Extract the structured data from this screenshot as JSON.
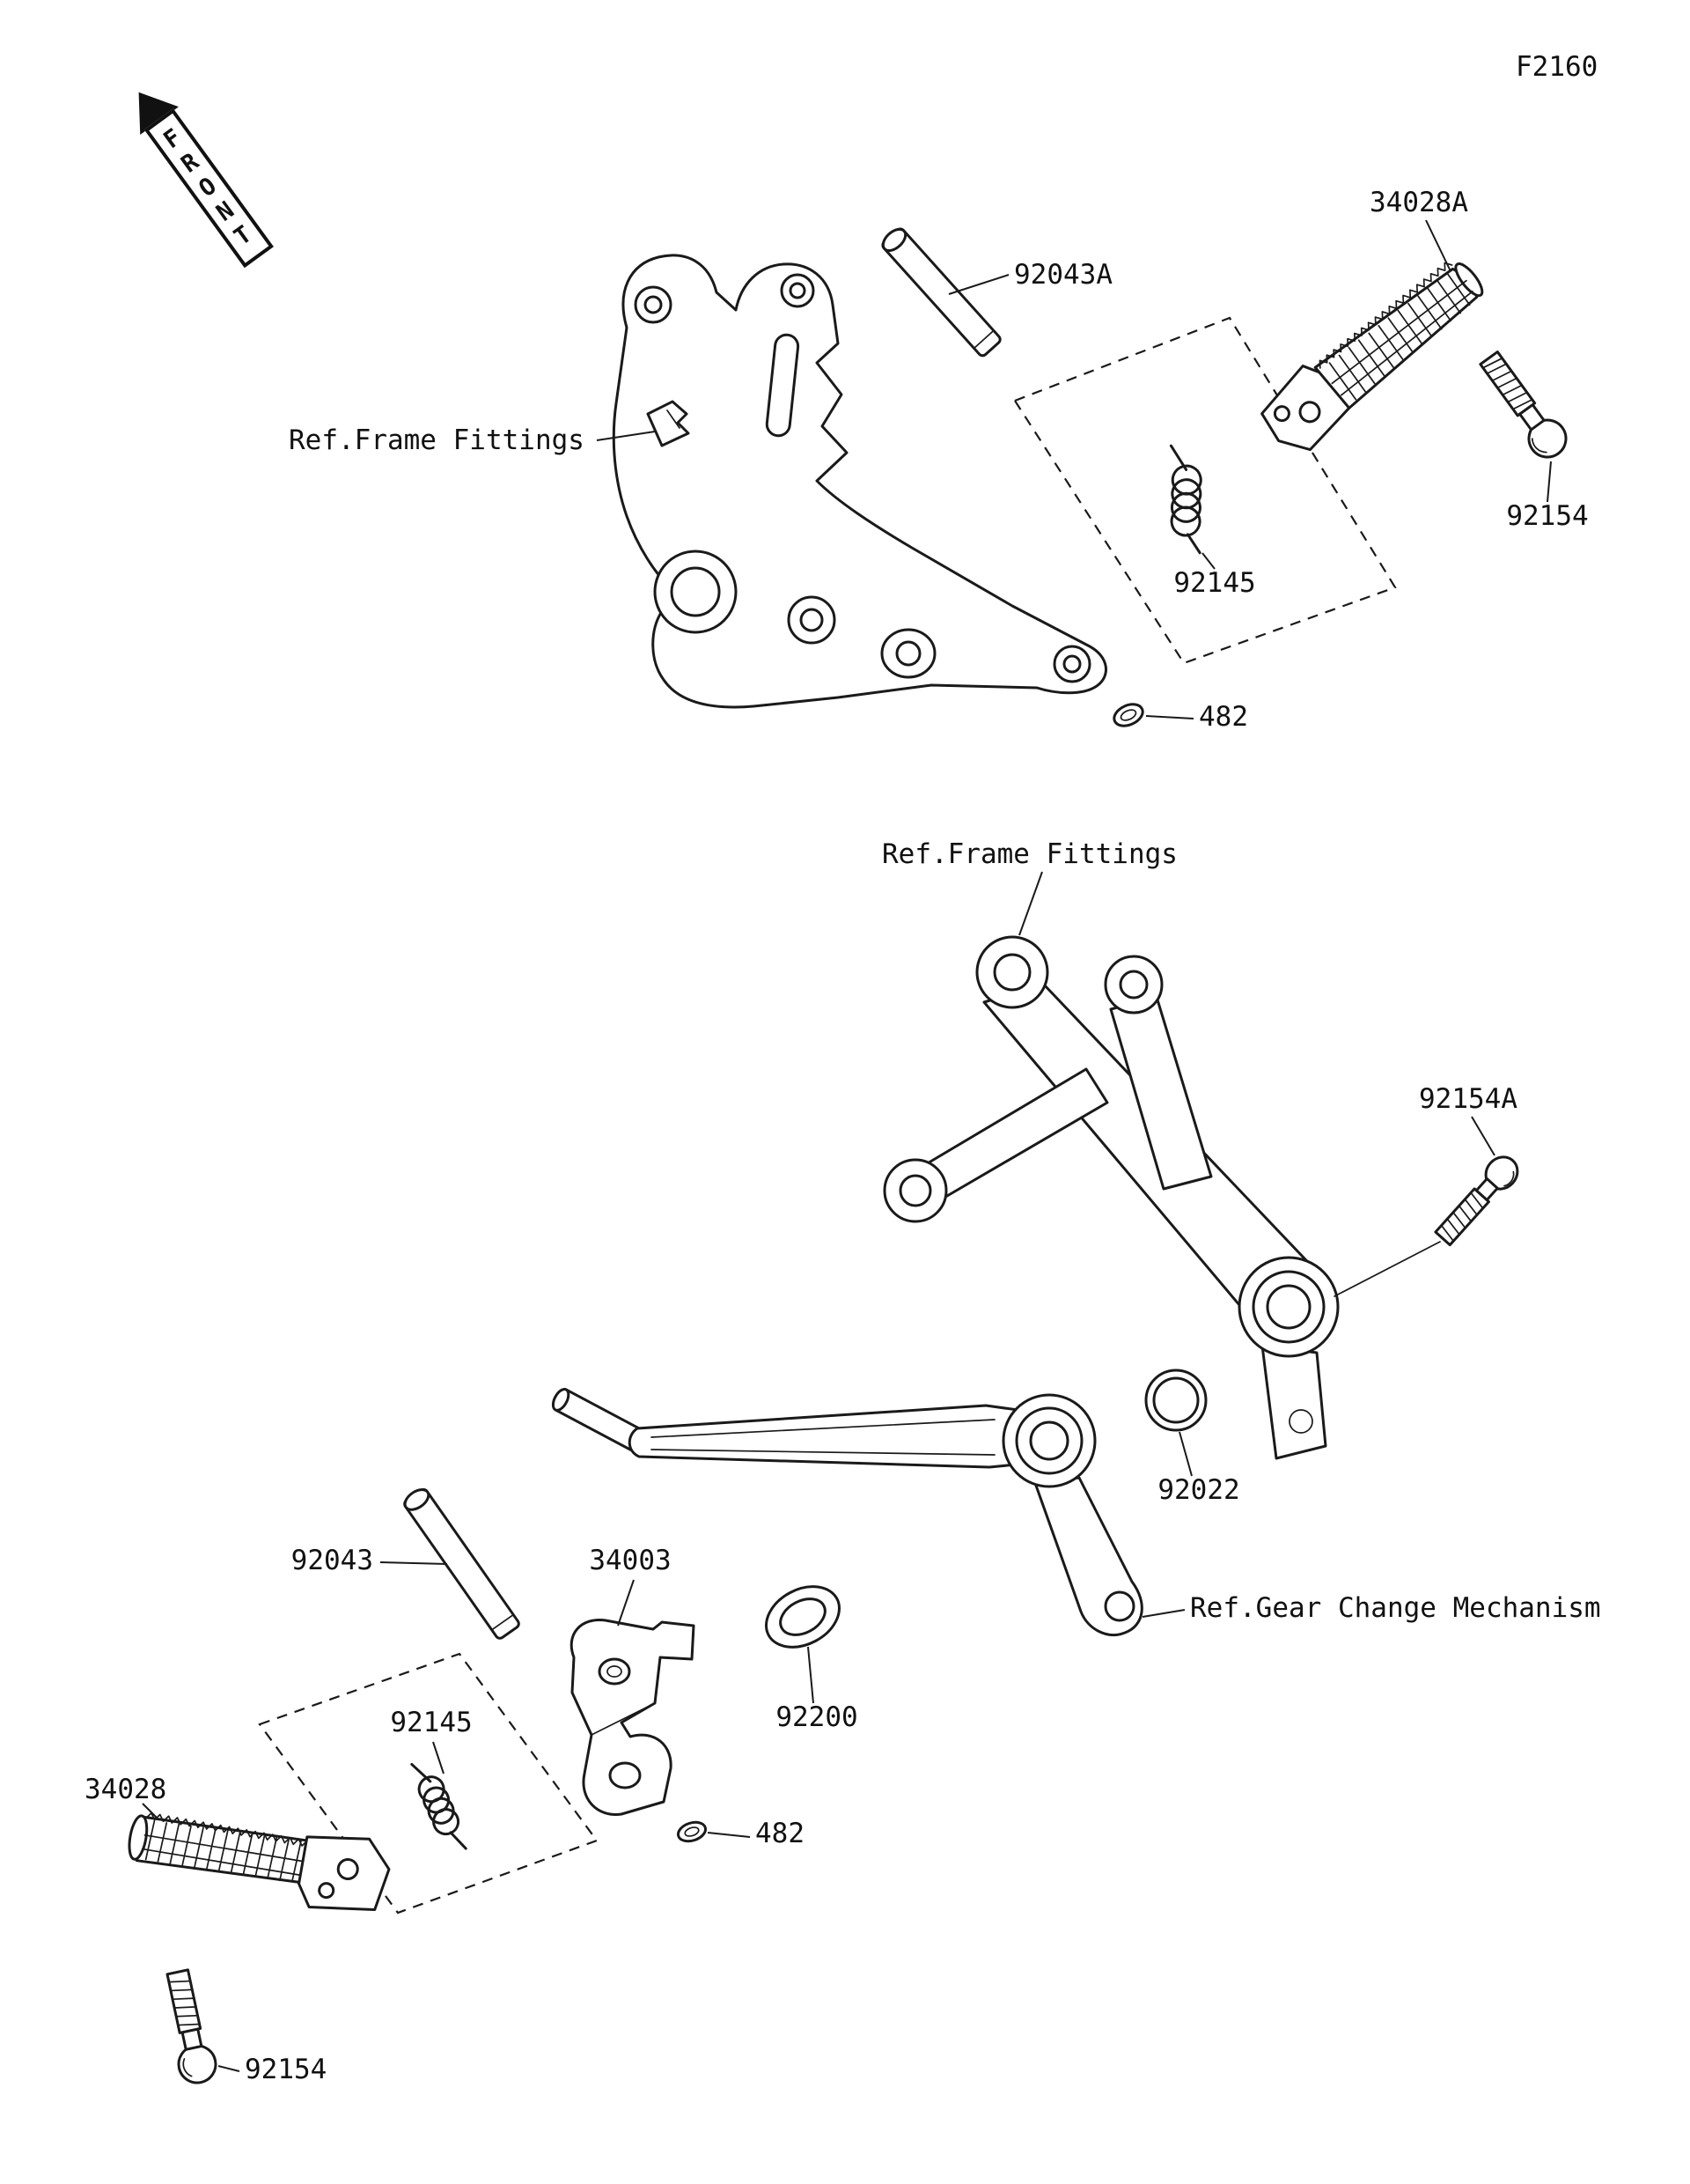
{
  "page": {
    "code": "F2160",
    "front_marker": "FRONT"
  },
  "upper_assembly": {
    "frame_ref_label": "Ref.Frame Fittings",
    "labels": {
      "pin": "92043A",
      "footpeg": "34028A",
      "bolt": "92154",
      "spring": "92145",
      "snap_ring": "482"
    }
  },
  "lower_assembly": {
    "frame_ref_label": "Ref.Frame Fittings",
    "gear_ref_label": "Ref.Gear Change Mechanism",
    "labels": {
      "bolt_a": "92154A",
      "oring": "92022",
      "pin": "92043",
      "holder": "34003",
      "washer": "92200",
      "spring": "92145",
      "snap_ring": "482",
      "footpeg": "34028",
      "bolt": "92154"
    }
  }
}
